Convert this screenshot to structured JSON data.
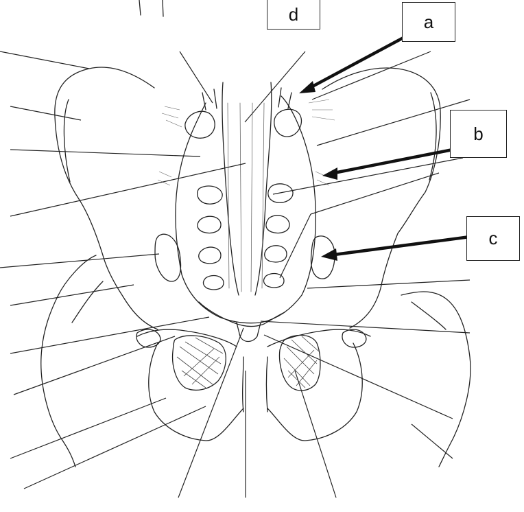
{
  "diagram": {
    "labels": {
      "a": "a",
      "b": "b",
      "c": "c",
      "d": "d"
    },
    "colors": {
      "ink": "#222222",
      "shade": "#555555",
      "background": "#ffffff"
    }
  }
}
